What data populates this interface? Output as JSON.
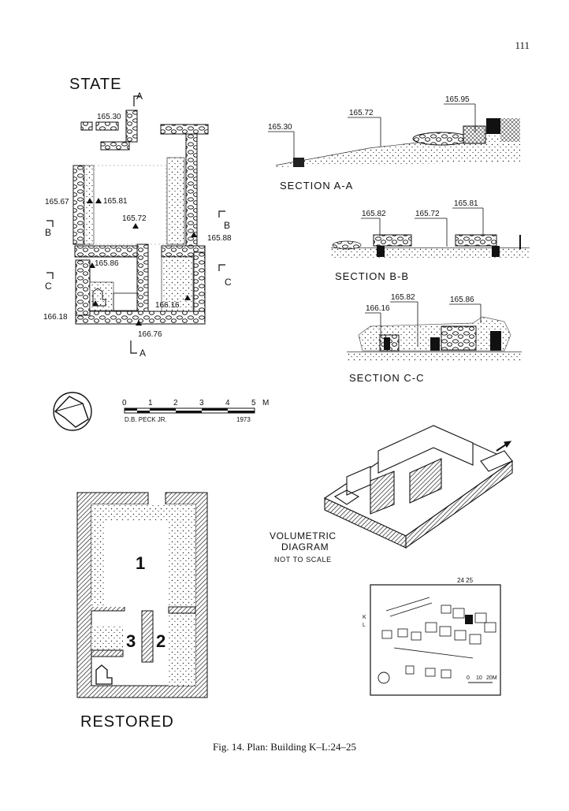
{
  "page_number": "111",
  "caption": "Fig. 14. Plan: Building K–L:24–25",
  "state": {
    "title": "STATE",
    "markers": {
      "a_top": "A",
      "a_bottom": "A",
      "b_left": "B",
      "b_right": "B",
      "c_left": "C",
      "c_right": "C"
    },
    "elevations": [
      "165.30",
      "165.81",
      "165.67",
      "165.72",
      "165.88",
      "165.86",
      "166.16",
      "166.18",
      "166.76"
    ]
  },
  "sections": {
    "aa": {
      "title": "SECTION A-A",
      "elevations": [
        "165.30",
        "165.72",
        "165.95"
      ]
    },
    "bb": {
      "title": "SECTION B-B",
      "elevations": [
        "165.82",
        "165.72",
        "165.81"
      ]
    },
    "cc": {
      "title": "SECTION C-C",
      "elevations": [
        "166.16",
        "165.82",
        "165.86"
      ]
    }
  },
  "scale": {
    "ticks": [
      "0",
      "1",
      "2",
      "3",
      "4",
      "5"
    ],
    "unit": "M",
    "author": "D.B. PECK JR.",
    "year": "1973"
  },
  "volumetric": {
    "line1": "VOLUMETRIC",
    "line2": "DIAGRAM",
    "line3": "NOT TO SCALE"
  },
  "restored": {
    "title": "RESTORED",
    "rooms": [
      "1",
      "2",
      "3"
    ]
  },
  "keymap": {
    "top_label": "24 25",
    "side_labels": [
      "K",
      "L"
    ],
    "scale_ticks": [
      "0",
      "10",
      "20M"
    ]
  }
}
